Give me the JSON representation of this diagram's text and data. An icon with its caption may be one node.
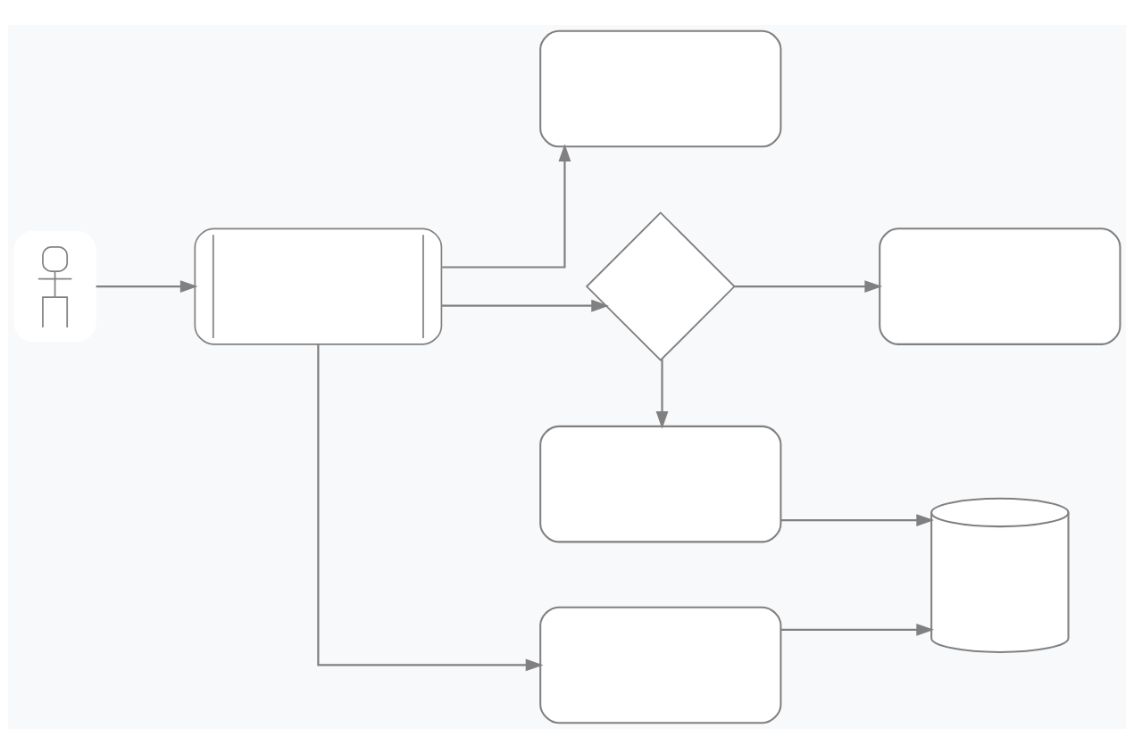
{
  "diagram": {
    "nodes": [
      {
        "text": [],
        "shape": "box"
      },
      {
        "text": [],
        "shape": "person"
      },
      {
        "text": [],
        "shape": "subroutine"
      },
      {
        "text": [],
        "shape": "diamond"
      },
      {
        "text": [],
        "shape": "box"
      },
      {
        "text": [],
        "shape": "box"
      },
      {
        "text": [],
        "shape": "cylinder"
      },
      {
        "text": [],
        "shape": "box"
      }
    ],
    "edges": [
      {
        "from": 1,
        "to": 2,
        "arrow": "to"
      },
      {
        "from": 2,
        "to": 0,
        "arrow": "to"
      },
      {
        "from": 2,
        "to": 3,
        "arrow": "to"
      },
      {
        "from": 3,
        "to": 4,
        "arrow": "to"
      },
      {
        "from": 3,
        "to": 5,
        "arrow": "to"
      },
      {
        "from": 5,
        "to": 6,
        "arrow": "to"
      },
      {
        "from": 2,
        "to": 7,
        "arrow": "to"
      },
      {
        "from": 7,
        "to": 6,
        "arrow": "to"
      }
    ]
  }
}
